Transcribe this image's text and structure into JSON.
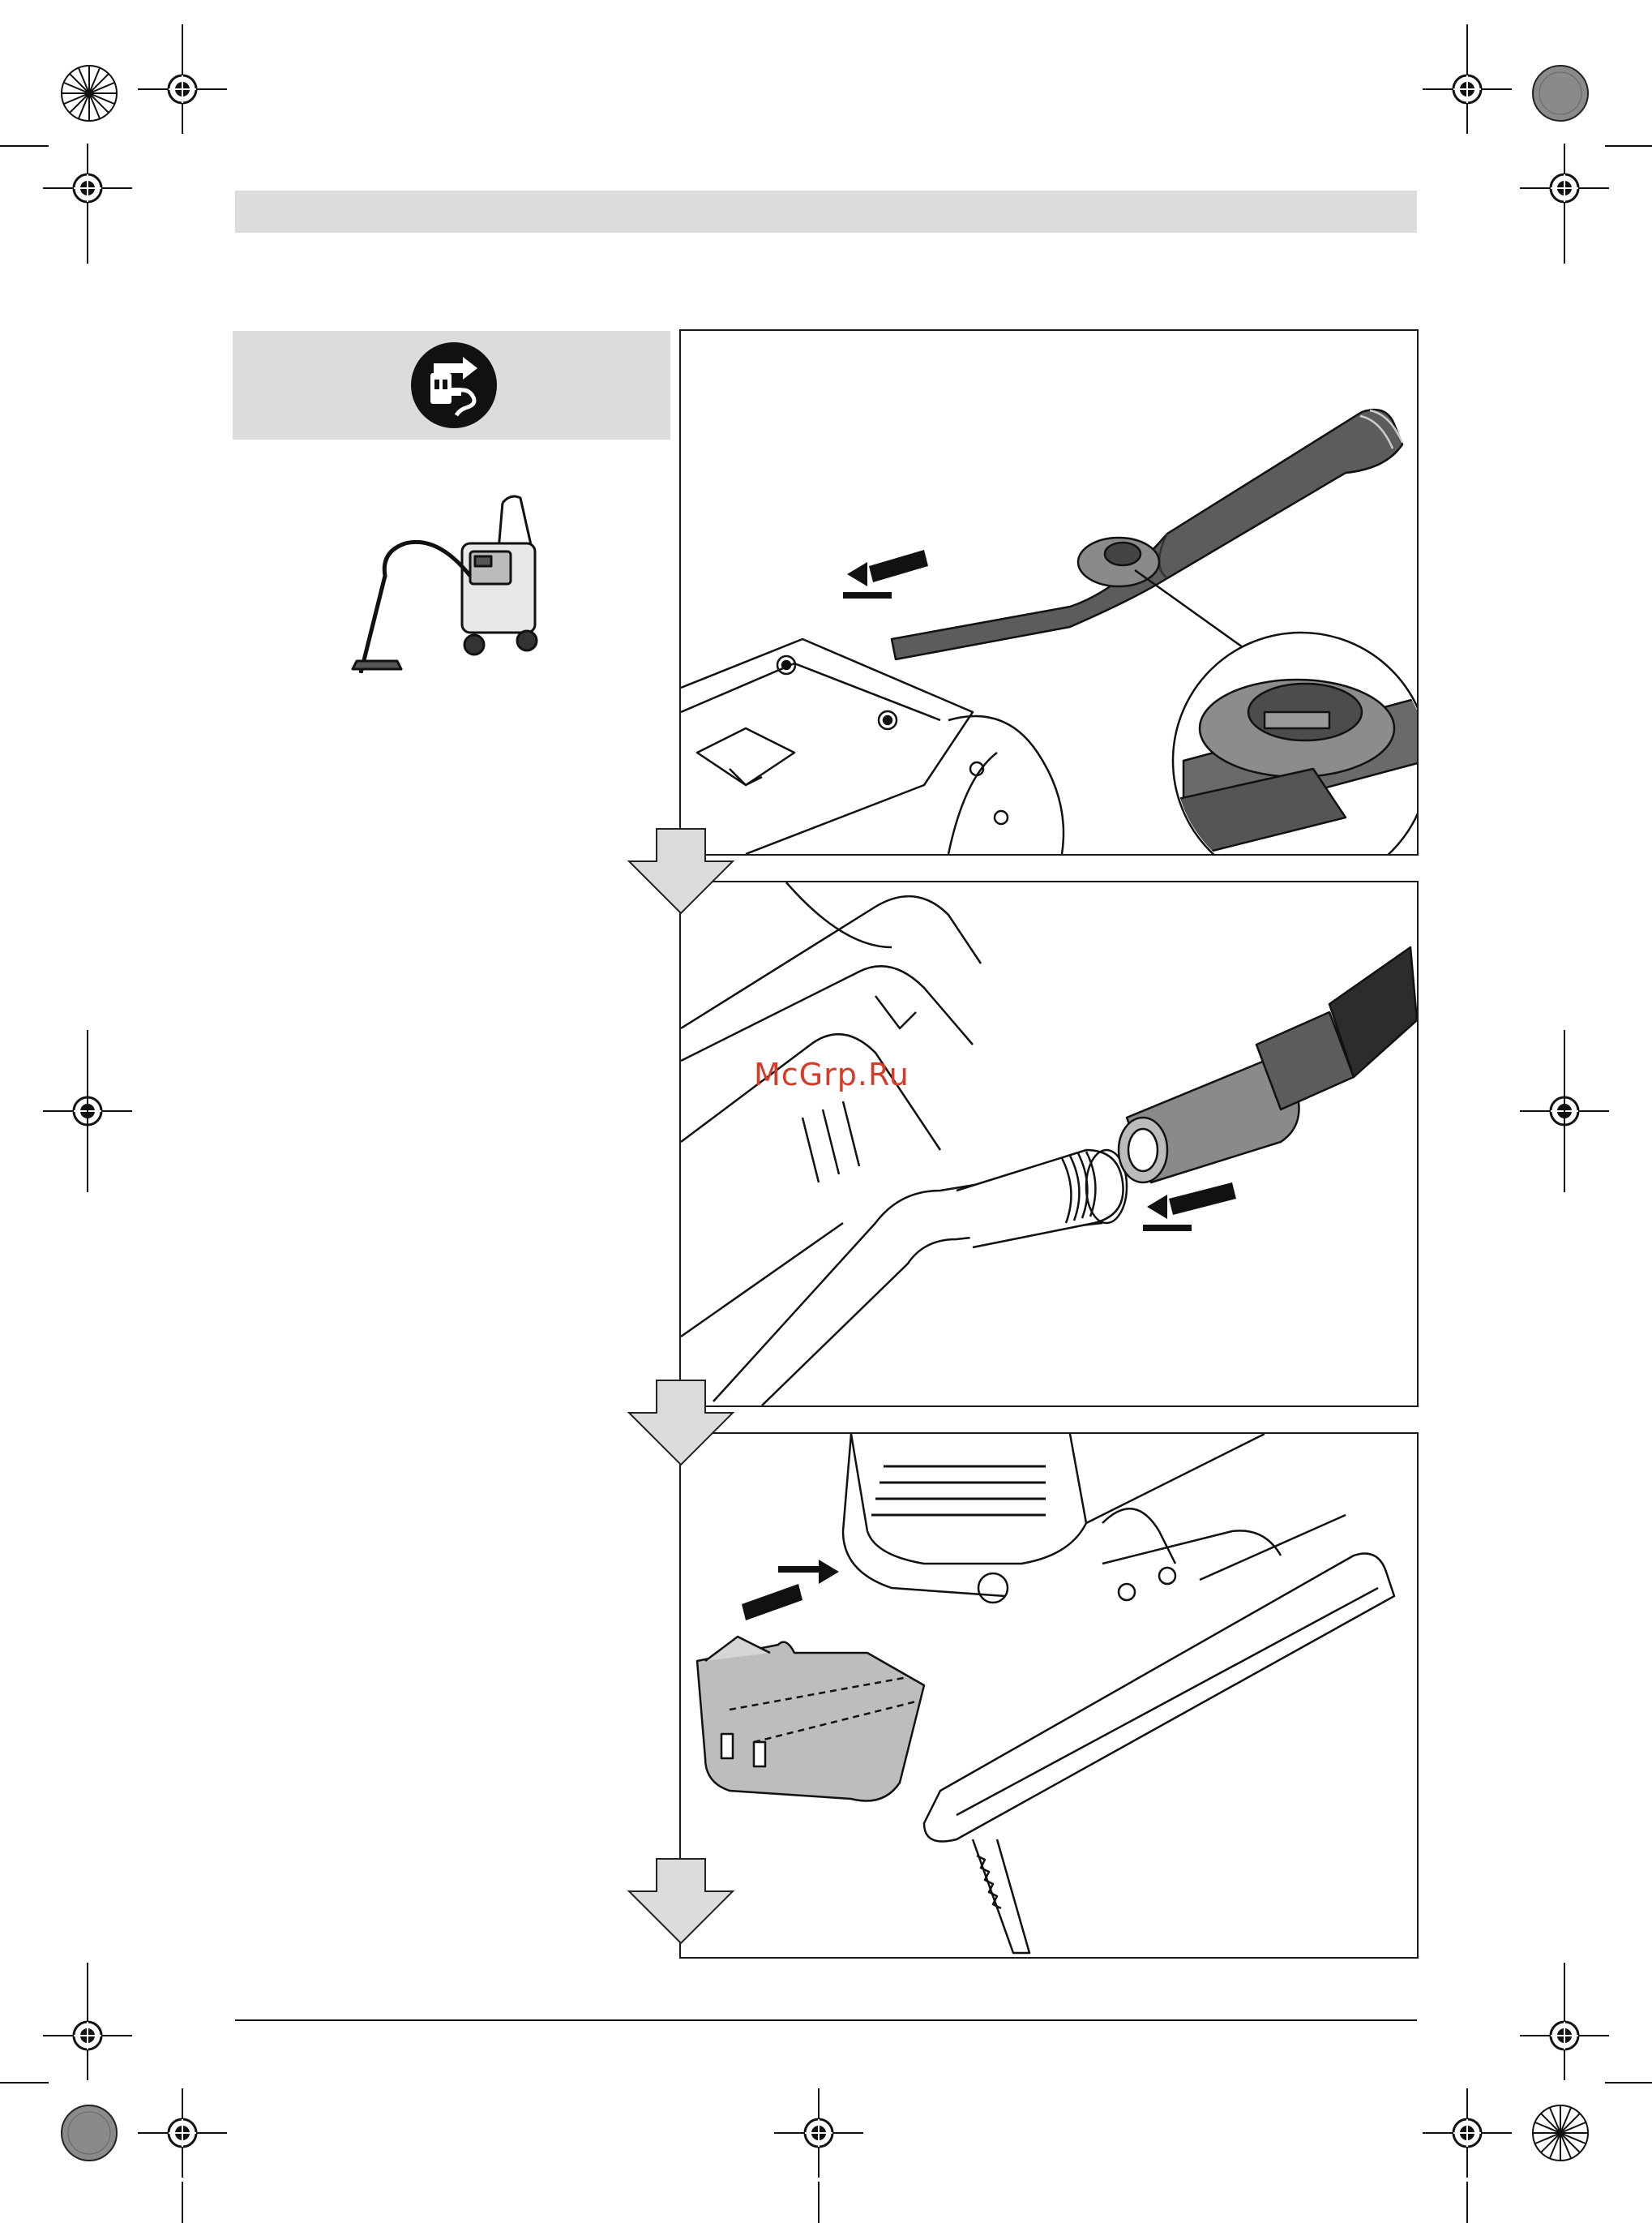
{
  "page": {
    "watermark": "McGrp.Ru"
  },
  "icons": {
    "unplug": "unplug-before-service-icon",
    "vacuum": "vacuum-cleaner-icon",
    "flow_arrow": "down-arrow-icon",
    "registration_mark": "registration-mark-icon",
    "color_target": "color-calibration-target-icon"
  },
  "steps": [
    {
      "panel": "blow-off-adapter-attach-panel",
      "direction_arrow": "left"
    },
    {
      "panel": "vacuum-hose-connect-panel",
      "direction_arrow": "left"
    },
    {
      "panel": "chip-guard-attach-panel",
      "direction_arrow": "right"
    }
  ],
  "colors": {
    "header_band": "#dcdcdc",
    "ink": "#1a1a1a",
    "arrow_fill": "#dcdcdc",
    "watermark": "#d23c28"
  }
}
